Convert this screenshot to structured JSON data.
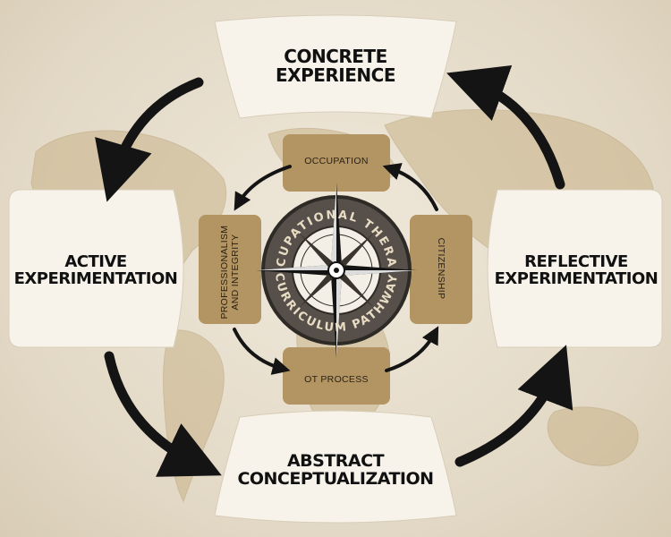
{
  "colors": {
    "background": "#e4dccb",
    "map_land": "#c9b48a",
    "panel_fill": "#f7f3ea",
    "inner_tan": "#b39563",
    "arrow": "#141414",
    "compass_dark": "#2e2a26"
  },
  "outer_stages": {
    "concrete": {
      "line1": "CONCRETE",
      "line2": "EXPERIENCE"
    },
    "reflective": {
      "line1": "REFLECTIVE",
      "line2": "EXPERIMENTATION"
    },
    "abstract": {
      "line1": "ABSTRACT",
      "line2": "CONCEPTUALIZATION"
    },
    "active": {
      "line1": "ACTIVE",
      "line2": "EXPERIMENTATION"
    }
  },
  "inner_stages": {
    "top": "OCCUPATION",
    "right": "CITIZENSHIP",
    "bottom": "OT PROCESS",
    "left_line1": "PROFESSIONALISM",
    "left_line2": "AND INTEGRITY"
  },
  "compass": {
    "ring_top": "OCCUPATIONAL THERAPY",
    "ring_bottom": "CURRICULUM PATHWAY"
  }
}
